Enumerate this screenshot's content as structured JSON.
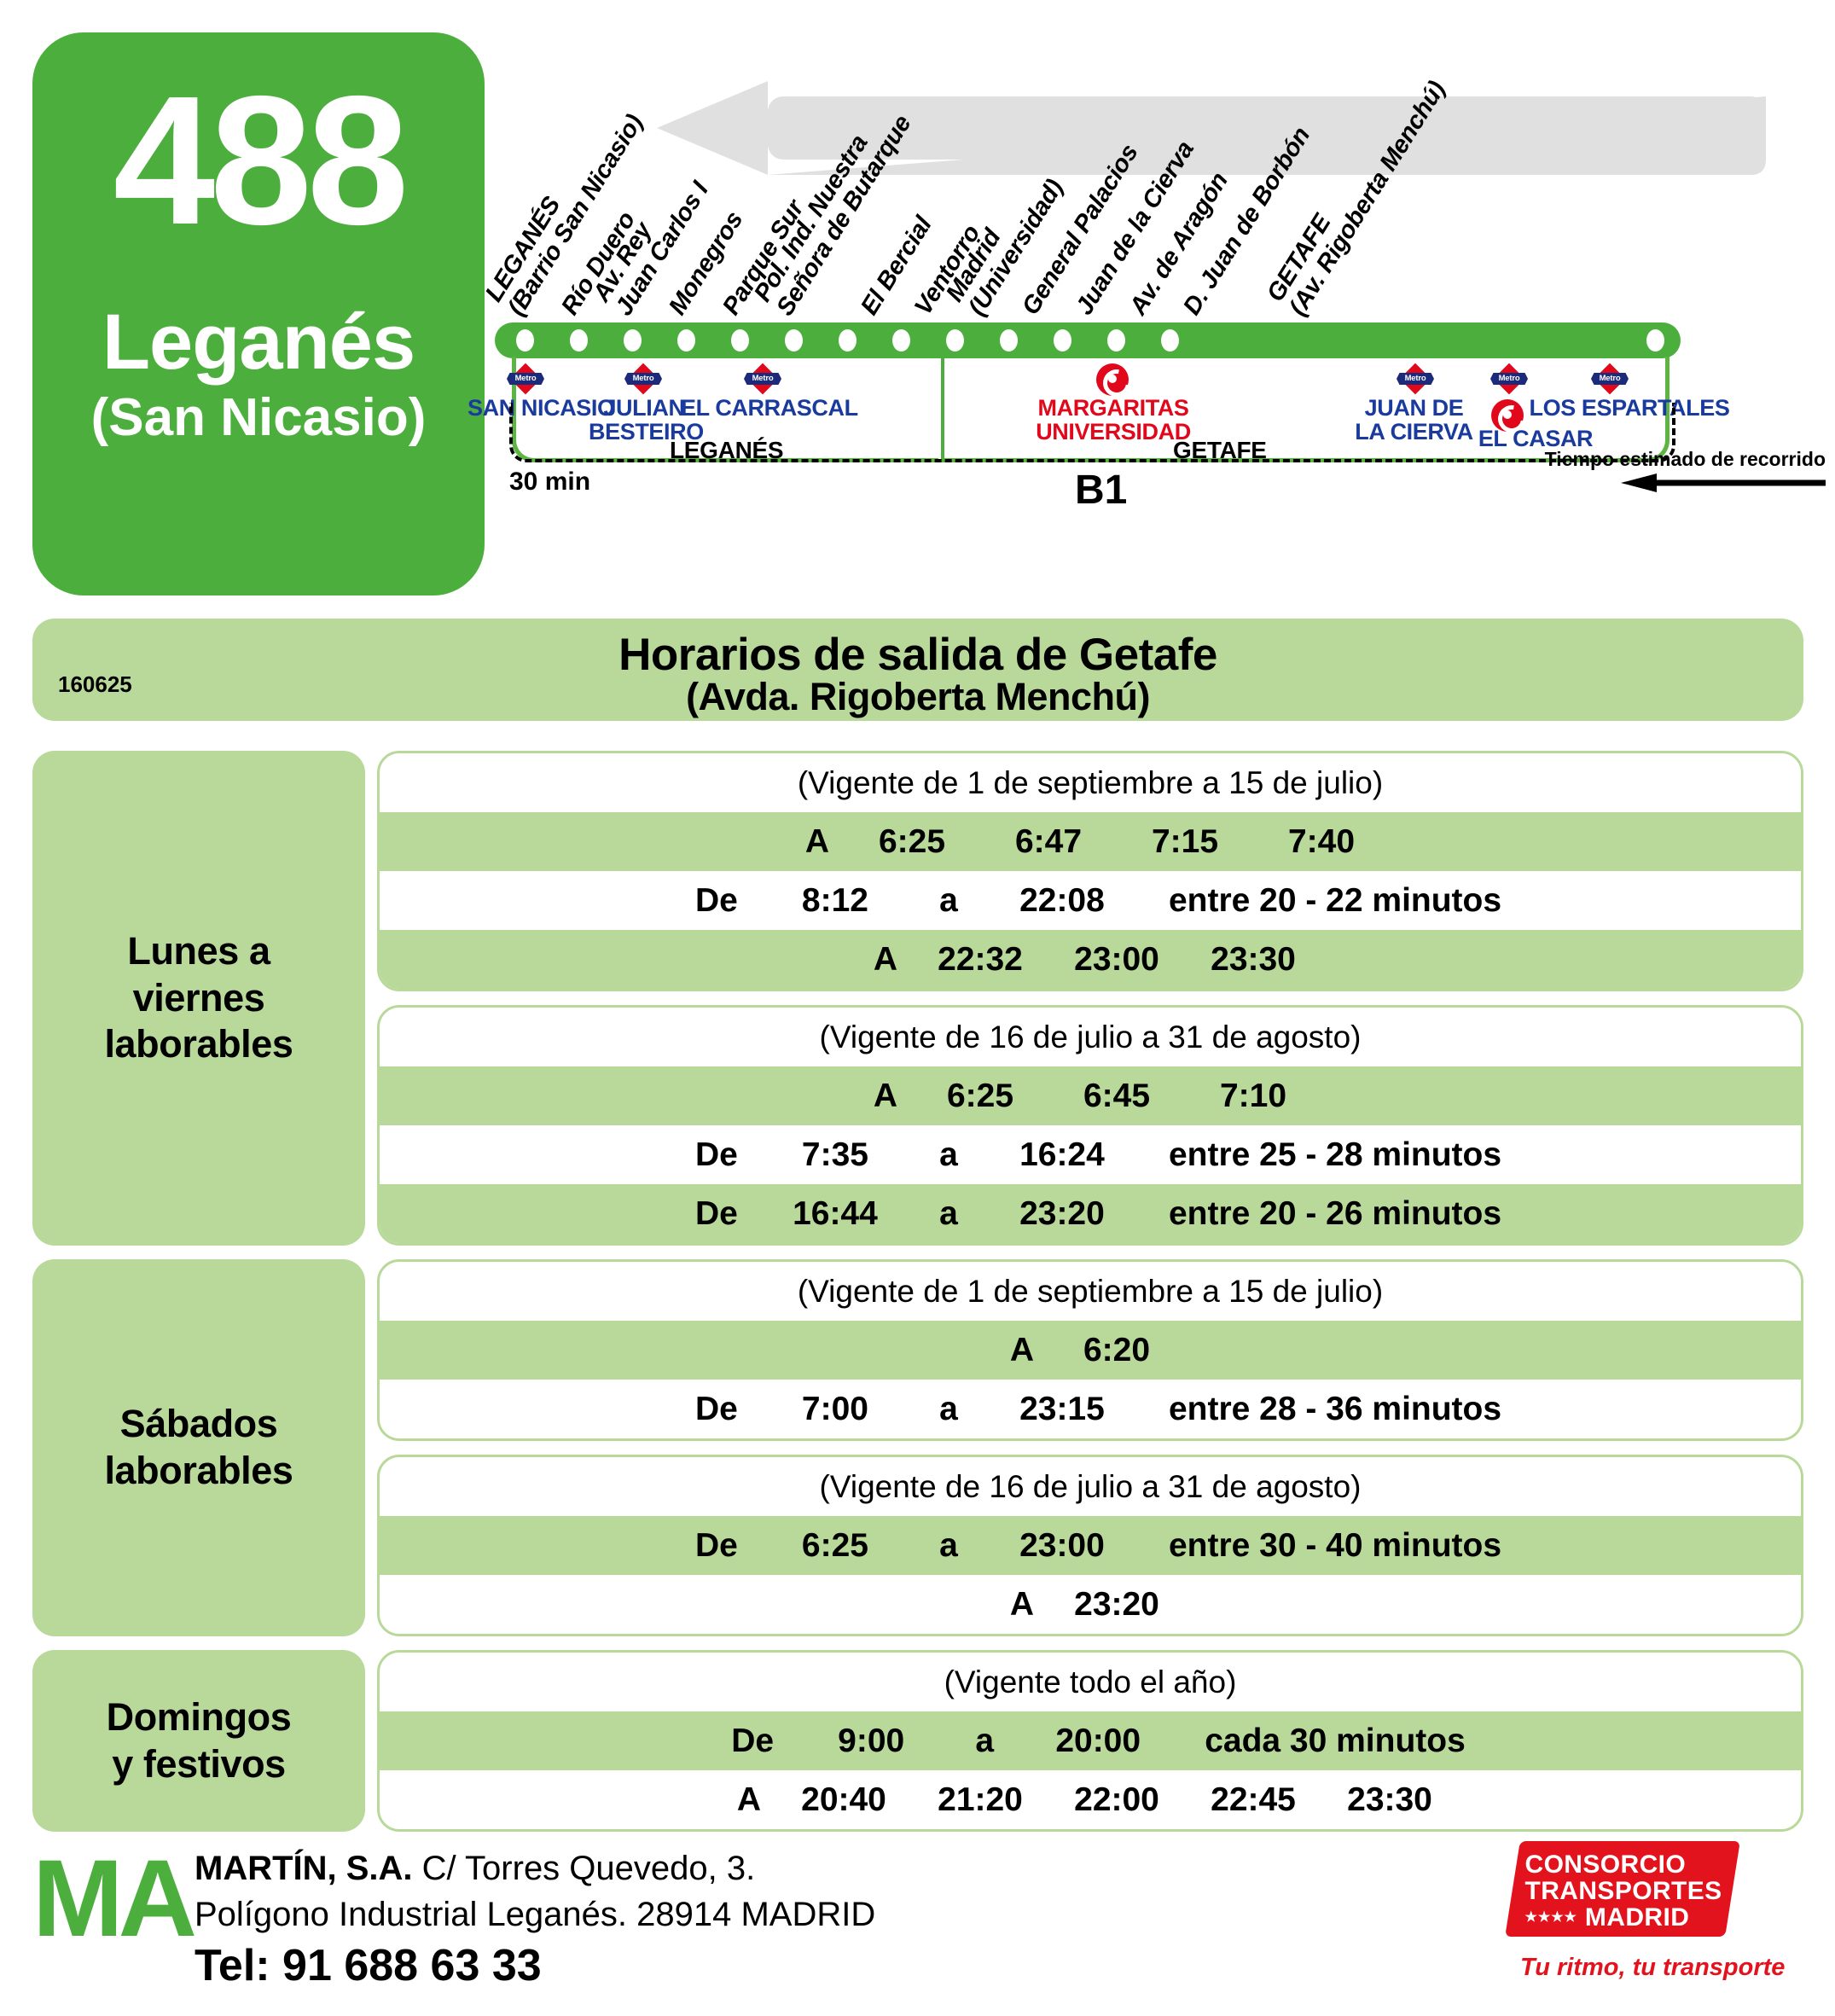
{
  "route": {
    "number": "488",
    "destination": "Leganés",
    "destination_sub": "(San Nicasio)",
    "badge_color": "#4caf3d"
  },
  "diagram": {
    "stops": [
      {
        "line1": "LEGANÉS",
        "line2": "(Barrio San Nicasio)"
      },
      {
        "line1": "Río Duero",
        "line2": ""
      },
      {
        "line1": "Av. Rey",
        "line2": "Juan Carlos I"
      },
      {
        "line1": "Monegros",
        "line2": ""
      },
      {
        "line1": "Parque Sur",
        "line2": ""
      },
      {
        "line1": "Pol. Ind. Nuestra",
        "line2": "Señora de Butarque"
      },
      {
        "line1": "El Bercial",
        "line2": ""
      },
      {
        "line1": "Ventorro",
        "line2": ""
      },
      {
        "line1": "Madrid",
        "line2": "(Universidad)"
      },
      {
        "line1": "General Palacios",
        "line2": ""
      },
      {
        "line1": "Juan de la Cierva",
        "line2": ""
      },
      {
        "line1": "Av. de Aragón",
        "line2": ""
      },
      {
        "line1": "D. Juan de Borbón",
        "line2": ""
      },
      {
        "line1": "GETAFE",
        "line2": "(Av. Rigoberta Menchú)"
      }
    ],
    "interchanges": [
      {
        "name": "SAN NICASIO",
        "name2": "",
        "type": "metro",
        "color": "blue"
      },
      {
        "name": "JULIAN",
        "name2": "BESTEIRO",
        "type": "metro",
        "color": "blue"
      },
      {
        "name": "EL CARRASCAL",
        "name2": "",
        "type": "metro",
        "color": "blue"
      },
      {
        "name": "MARGARITAS",
        "name2": "UNIVERSIDAD",
        "type": "cercanias",
        "color": "red"
      },
      {
        "name": "JUAN DE",
        "name2": "LA CIERVA",
        "type": "metro",
        "color": "blue"
      },
      {
        "name": "EL CASAR",
        "name2": "",
        "type": "cercanias",
        "color": "blue"
      },
      {
        "name": "LOS ESPARTALES",
        "name2": "",
        "type": "metro",
        "color": "blue"
      }
    ],
    "metro_label": "Metro",
    "zone_leganes": "LEGANÉS",
    "zone_getafe": "GETAFE",
    "zone_b1": "B1",
    "time_30min": "30 min",
    "time_estimate_label": "Tiempo estimado de recorrido"
  },
  "title": {
    "code": "160625",
    "line1": "Horarios de salida de Getafe",
    "line2": "(Avda. Rigoberta Menchú)"
  },
  "schedule": {
    "groups": [
      {
        "day_label": "Lunes a\nviernes\nlaborables",
        "blocks": [
          {
            "note": "(Vigente de 1 de septiembre a 15 de julio)",
            "rows": [
              {
                "kind": "times",
                "prefix": "A",
                "times": [
                  "6:25",
                  "6:47",
                  "7:15",
                  "7:40"
                ]
              },
              {
                "kind": "range",
                "from_label": "De",
                "from": "8:12",
                "to_label": "a",
                "to": "22:08",
                "freq": "entre 20 - 22 minutos"
              },
              {
                "kind": "times",
                "prefix": "A",
                "times": [
                  "22:32",
                  "23:00",
                  "23:30"
                ]
              }
            ]
          },
          {
            "note": "(Vigente de 16 de julio a 31 de agosto)",
            "rows": [
              {
                "kind": "times",
                "prefix": "A",
                "times": [
                  "6:25",
                  "6:45",
                  "7:10"
                ]
              },
              {
                "kind": "range",
                "from_label": "De",
                "from": "7:35",
                "to_label": "a",
                "to": "16:24",
                "freq": "entre 25 - 28 minutos"
              },
              {
                "kind": "range",
                "from_label": "De",
                "from": "16:44",
                "to_label": "a",
                "to": "23:20",
                "freq": "entre 20 - 26 minutos"
              }
            ]
          }
        ]
      },
      {
        "day_label": "Sábados\nlaborables",
        "blocks": [
          {
            "note": "(Vigente de 1 de septiembre a 15 de julio)",
            "rows": [
              {
                "kind": "times",
                "prefix": "A",
                "times": [
                  "6:20"
                ]
              },
              {
                "kind": "range",
                "from_label": "De",
                "from": "7:00",
                "to_label": "a",
                "to": "23:15",
                "freq": "entre 28 - 36 minutos"
              }
            ]
          },
          {
            "note": "(Vigente de 16 de julio a 31 de agosto)",
            "rows": [
              {
                "kind": "range",
                "from_label": "De",
                "from": "6:25",
                "to_label": "a",
                "to": "23:00",
                "freq": "entre 30 - 40 minutos"
              },
              {
                "kind": "times",
                "prefix": "A",
                "times": [
                  "23:20"
                ]
              }
            ]
          }
        ]
      },
      {
        "day_label": "Domingos\ny festivos",
        "blocks": [
          {
            "note": "(Vigente todo el año)",
            "rows": [
              {
                "kind": "range",
                "from_label": "De",
                "from": "9:00",
                "to_label": "a",
                "to": "20:00",
                "freq": "cada 30 minutos"
              },
              {
                "kind": "times",
                "prefix": "A",
                "times": [
                  "20:40",
                  "21:20",
                  "22:00",
                  "22:45",
                  "23:30"
                ]
              }
            ]
          }
        ]
      }
    ]
  },
  "footer": {
    "logo": "MA",
    "operator_bold": "MARTÍN, S.A.",
    "operator_rest": " C/ Torres Quevedo, 3.",
    "address2": "Polígono Industrial Leganés. 28914 MADRID",
    "tel": "Tel: 91 688 63 33",
    "crtm_l1": "CONSORCIO",
    "crtm_l2": "TRANSPORTES",
    "crtm_stars": "★★★★",
    "crtm_l3": "MADRID",
    "crtm_slogan": "Tu ritmo, tu transporte",
    "crtm_color": "#e3131e"
  }
}
